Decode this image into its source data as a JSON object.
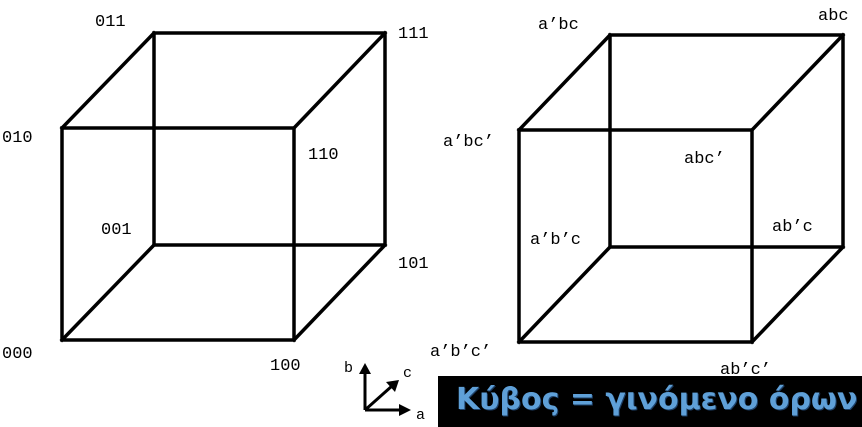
{
  "left_cube": {
    "labels": {
      "v000": "000",
      "v001": "001",
      "v010": "010",
      "v011": "011",
      "v100": "100",
      "v101": "101",
      "v110": "110",
      "v111": "111"
    }
  },
  "right_cube": {
    "labels": {
      "v000": "a’b’c’",
      "v001": "a’b’c",
      "v010": "a’bc’",
      "v011": "a’bc",
      "v100": "ab’c’",
      "v101": "ab’c",
      "v110": "abc’",
      "v111": "abc"
    }
  },
  "axes": {
    "a": "a",
    "b": "b",
    "c": "c"
  },
  "banner": {
    "text": "Κύβος = γινόμενο όρων",
    "background": "#000000",
    "color": "#5fa0d8"
  }
}
